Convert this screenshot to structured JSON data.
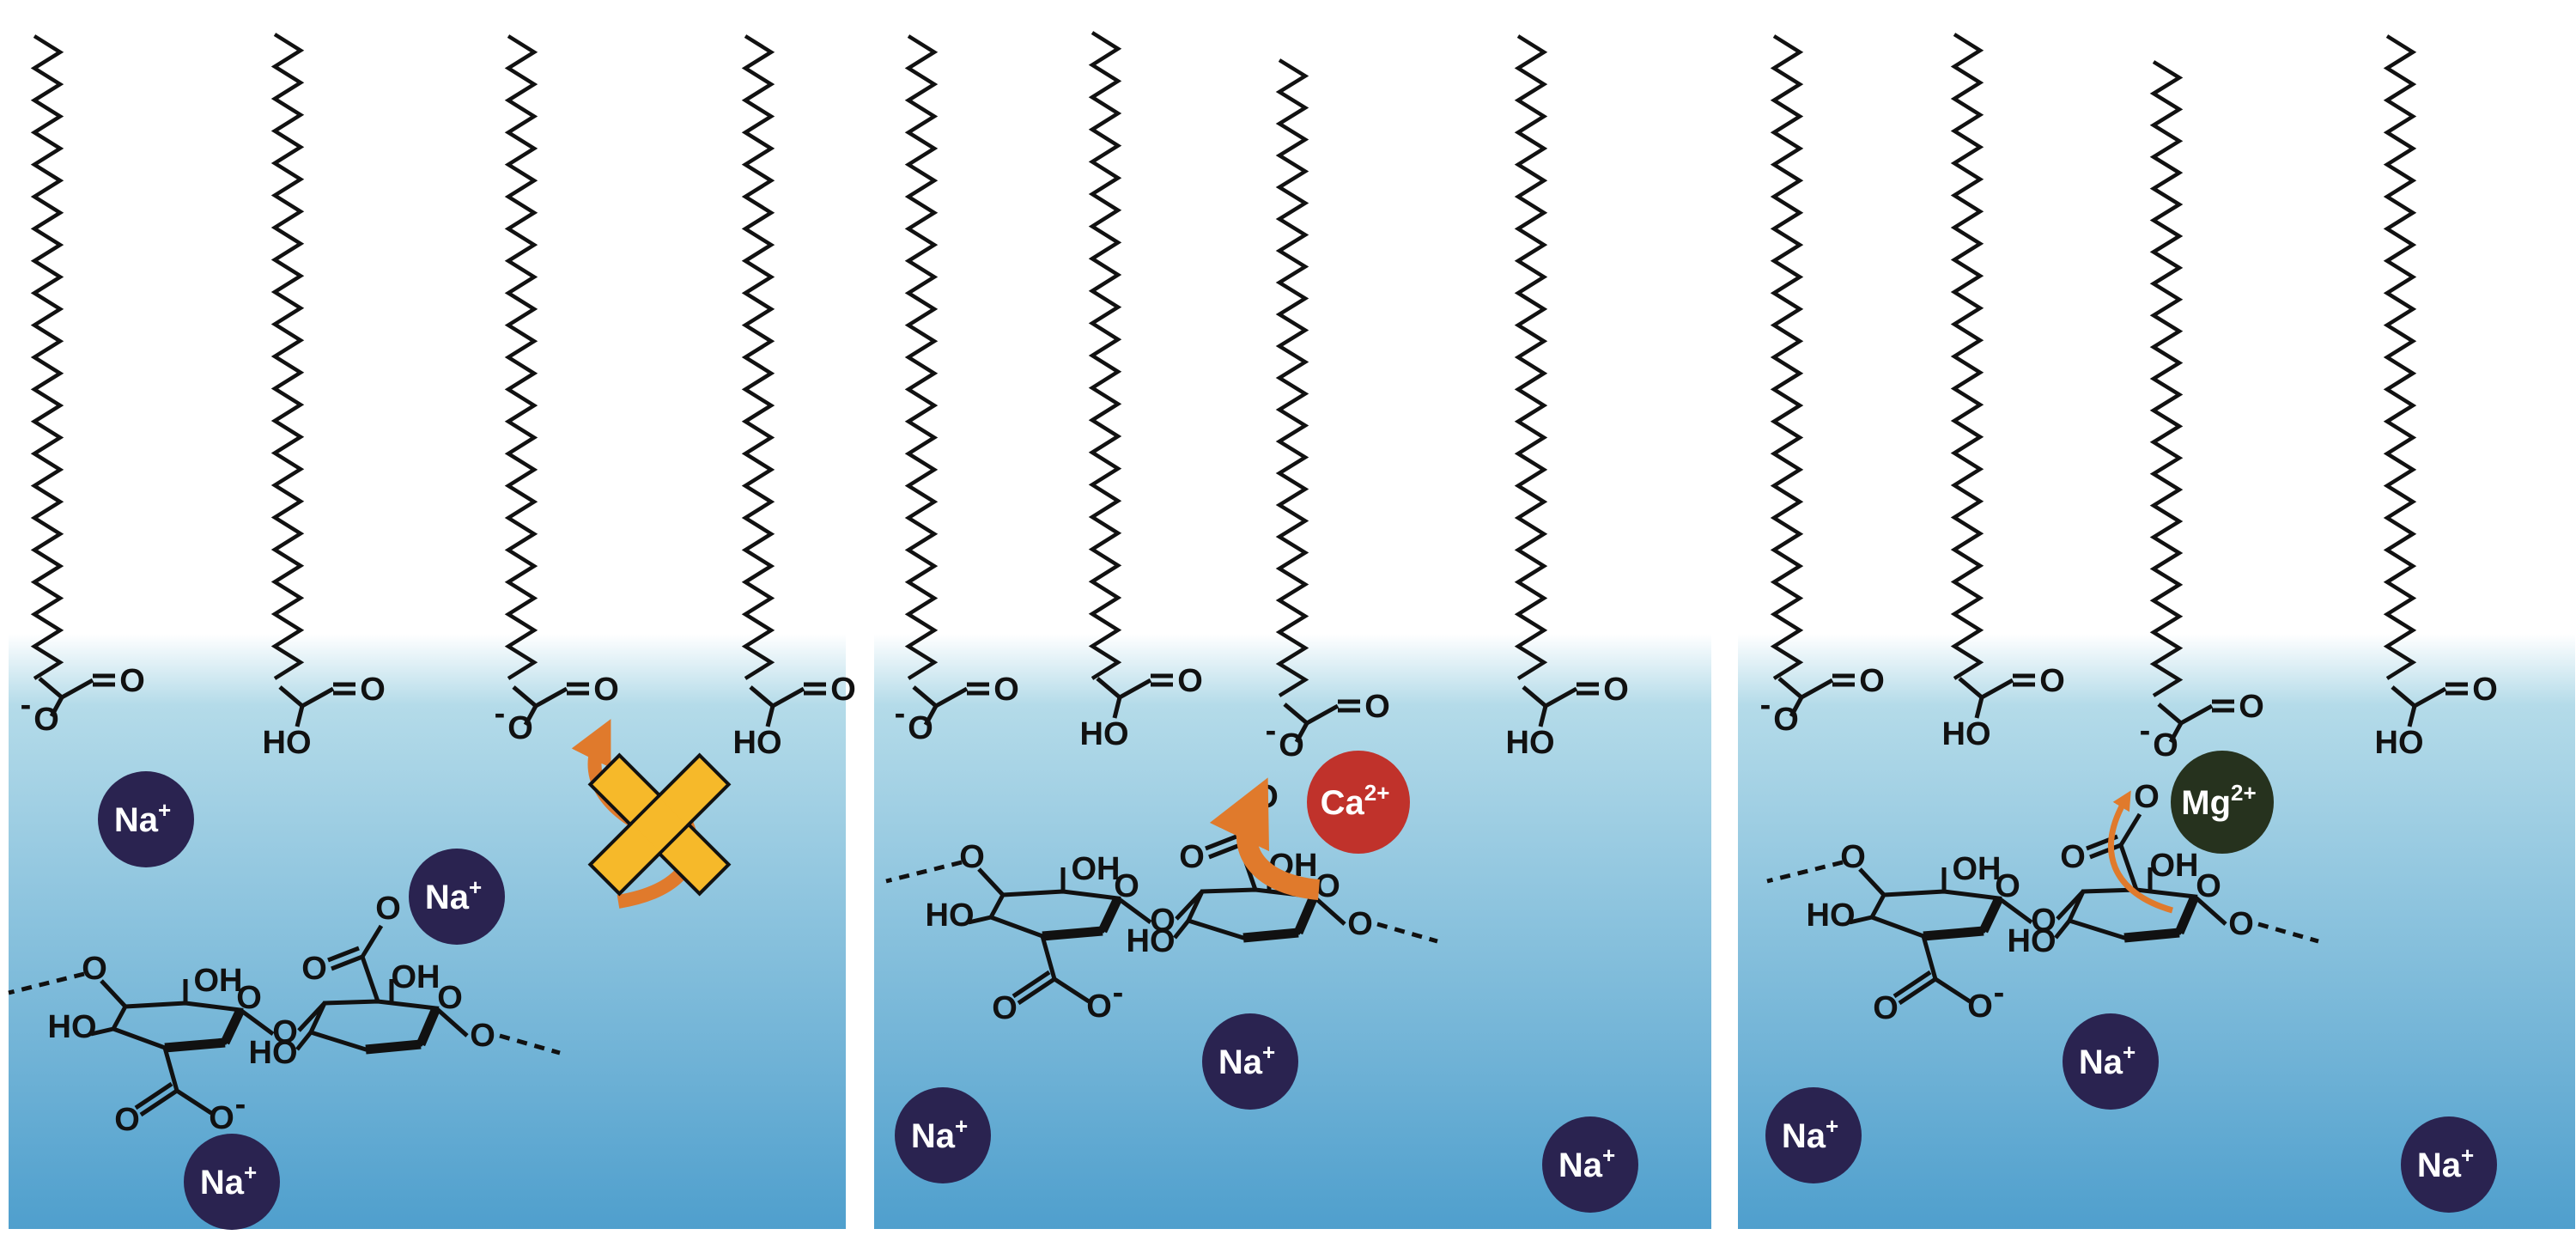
{
  "colors": {
    "water_top": "#ffffff",
    "water_mid": "#b4dbe9",
    "water_bottom": "#4f9fcd",
    "sodium": "#2a2350",
    "calcium": "#c0322b",
    "magnesium": "#26321e",
    "arrow": "#e07a2c",
    "block": "#f6b92a"
  },
  "labels": {
    "carbonyl_o": "O",
    "hydroxyl": "HO",
    "oh": "OH",
    "ring_o": "O",
    "minus": "-"
  },
  "ions": {
    "sodium": "Na",
    "sodium_charge": "+",
    "calcium": "Ca",
    "calcium_charge": "2+",
    "magnesium": "Mg",
    "magnesium_charge": "2+"
  },
  "panels": [
    {
      "id": "blocked",
      "icon": "cross-icon"
    },
    {
      "id": "calcium",
      "icon": "curved-arrow-icon"
    },
    {
      "id": "magnesium",
      "icon": "curved-arrow-icon"
    }
  ]
}
